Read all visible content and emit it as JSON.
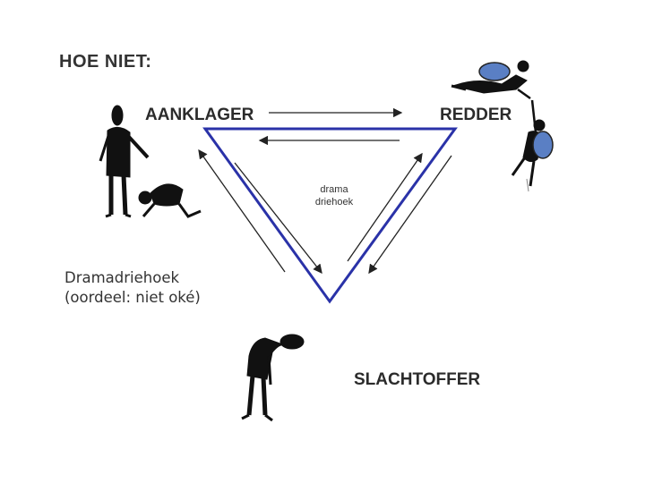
{
  "heading": "HOE NIET:",
  "roles": {
    "accuser": "AANKLAGER",
    "rescuer": "REDDER",
    "victim": "SLACHTOFFER"
  },
  "center_label": {
    "line1": "drama",
    "line2": "driehoek"
  },
  "caption": {
    "line1": "Dramadriehoek",
    "line2": "(oordeel: niet oké)"
  },
  "colors": {
    "triangle": "#2a32a8",
    "arrows": "#222222",
    "figures": "#111111",
    "backpack": "#5a7fc4"
  },
  "icons": [
    "accuser-figure-icon",
    "kneeling-figure-icon",
    "climber-figure-icon",
    "slumped-figure-icon"
  ]
}
